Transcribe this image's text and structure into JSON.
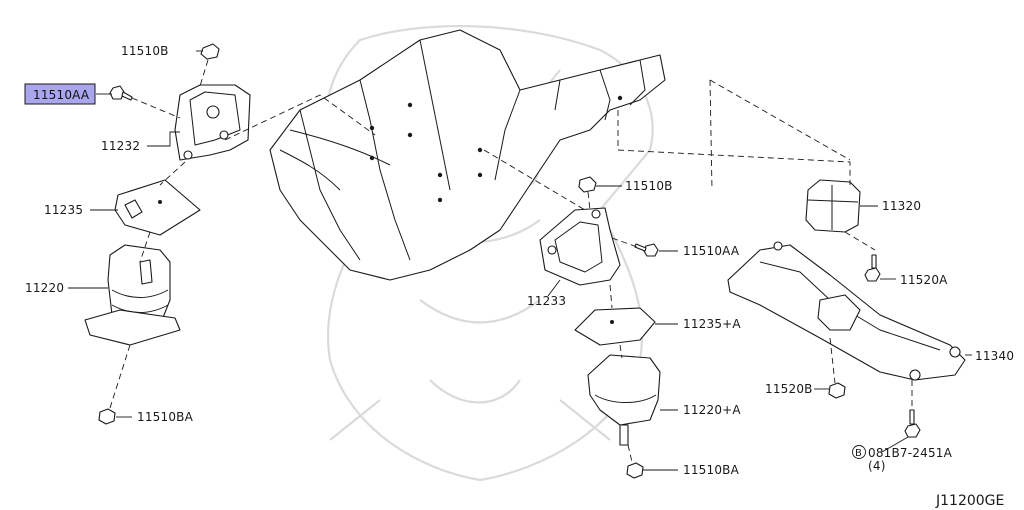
{
  "diagram": {
    "code": "J11200GE",
    "callouts": [
      {
        "id": "c-11510b-top",
        "text": "11510B",
        "highlighted": false
      },
      {
        "id": "c-11510aa-left",
        "text": "11510AA",
        "highlighted": true
      },
      {
        "id": "c-11232",
        "text": "11232",
        "highlighted": false
      },
      {
        "id": "c-11235",
        "text": "11235",
        "highlighted": false
      },
      {
        "id": "c-11220",
        "text": "11220",
        "highlighted": false
      },
      {
        "id": "c-11510ba-left",
        "text": "11510BA",
        "highlighted": false
      },
      {
        "id": "c-11510b-mid",
        "text": "11510B",
        "highlighted": false
      },
      {
        "id": "c-11510aa-mid",
        "text": "11510AA",
        "highlighted": false
      },
      {
        "id": "c-11233",
        "text": "11233",
        "highlighted": false
      },
      {
        "id": "c-11235a",
        "text": "11235+A",
        "highlighted": false
      },
      {
        "id": "c-11220a",
        "text": "11220+A",
        "highlighted": false
      },
      {
        "id": "c-11510ba-mid",
        "text": "11510BA",
        "highlighted": false
      },
      {
        "id": "c-11320",
        "text": "11320",
        "highlighted": false
      },
      {
        "id": "c-11520a",
        "text": "11520A",
        "highlighted": false
      },
      {
        "id": "c-11340",
        "text": "11340",
        "highlighted": false
      },
      {
        "id": "c-11520b",
        "text": "11520B",
        "highlighted": false
      },
      {
        "id": "c-08187",
        "text": "081B7-2451A",
        "highlighted": false
      },
      {
        "id": "c-qty",
        "text": "(4)",
        "highlighted": false
      }
    ],
    "circled_marker": "B",
    "highlight_color": "#a9a6ee"
  }
}
